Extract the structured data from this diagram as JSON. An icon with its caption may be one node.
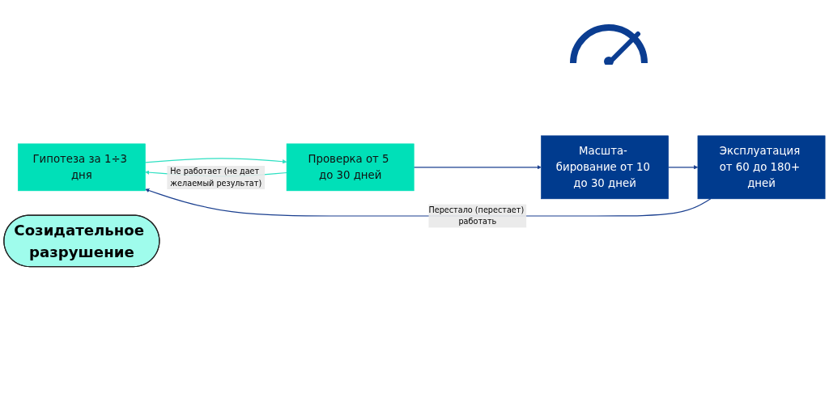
{
  "diagram": {
    "nodes": [
      {
        "text": [
          "Гипотеза за 1÷3 дня"
        ]
      },
      {
        "text": [
          "Проверка от 5 до 30 дней"
        ]
      },
      {
        "text": [
          "Масшта- бирование от 10 до 30 дней"
        ]
      },
      {
        "text": [
          "Эксплуатация от 60 до 180+ дней"
        ]
      },
      {
        "text": [
          "Созидательное разрушение"
        ]
      }
    ],
    "edges": [
      {
        "from": 1,
        "to": 0,
        "arrow": "to",
        "label": "Не работает (не дает желаемый результат)",
        "color": "#2ee0c2"
      },
      {
        "from": 0,
        "to": 1,
        "arrow": "to",
        "color": "#2ee0c2"
      },
      {
        "from": 1,
        "to": 2,
        "arrow": "to"
      },
      {
        "from": 2,
        "to": 3,
        "arrow": "to"
      },
      {
        "from": 3,
        "to": 0,
        "arrow": "to",
        "label": "Перестало (перестает) работать"
      }
    ]
  }
}
